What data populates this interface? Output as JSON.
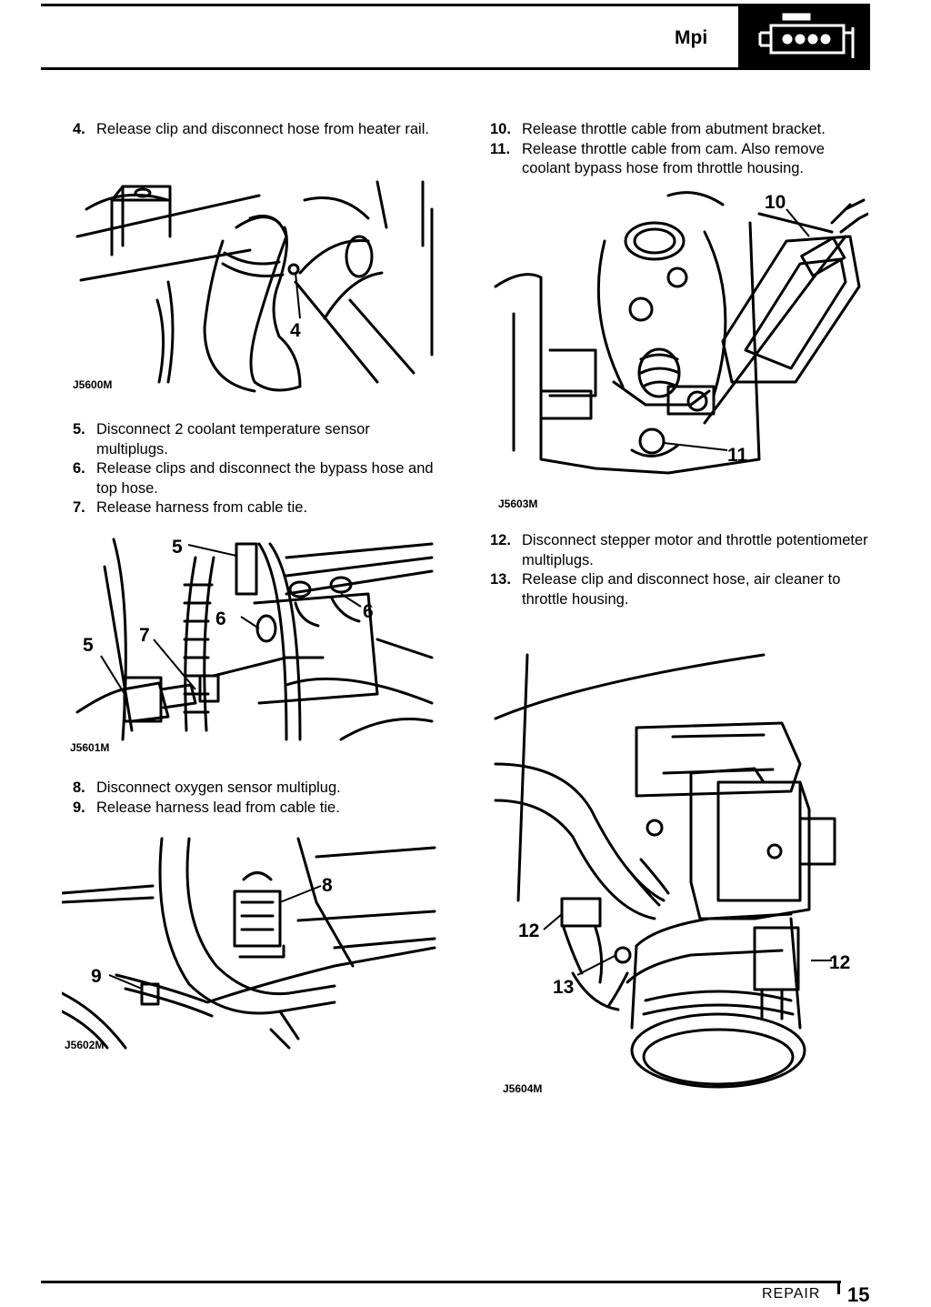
{
  "header": {
    "title": "Mpi",
    "badge_icon": "engine-icon"
  },
  "steps_a": [
    {
      "num": "4.",
      "text": "Release clip and disconnect hose from heater rail."
    }
  ],
  "steps_b": [
    {
      "num": "5.",
      "text": "Disconnect 2 coolant temperature sensor multiplugs."
    },
    {
      "num": "6.",
      "text": "Release clips and disconnect the bypass hose and top hose."
    },
    {
      "num": "7.",
      "text": "Release harness from cable tie."
    }
  ],
  "steps_c": [
    {
      "num": "8.",
      "text": "Disconnect oxygen sensor multiplug."
    },
    {
      "num": "9.",
      "text": "Release harness lead from cable tie."
    }
  ],
  "steps_d": [
    {
      "num": "10.",
      "text": "Release throttle cable from abutment bracket."
    },
    {
      "num": "11.",
      "text": "Release throttle cable from cam. Also remove coolant bypass hose from throttle housing."
    }
  ],
  "steps_e": [
    {
      "num": "12.",
      "text": "Disconnect stepper motor and throttle potentiometer multiplugs."
    },
    {
      "num": "13.",
      "text": "Release clip and disconnect hose, air cleaner to throttle housing."
    }
  ],
  "figures": {
    "j5600": {
      "label": "J5600M",
      "callouts": [
        "4"
      ]
    },
    "j5601": {
      "label": "J5601M",
      "callouts": [
        "5",
        "5",
        "7",
        "6",
        "6"
      ]
    },
    "j5602": {
      "label": "J5602M",
      "callouts": [
        "8",
        "9"
      ]
    },
    "j5603": {
      "label": "J5603M",
      "callouts": [
        "10",
        "11"
      ]
    },
    "j5604": {
      "label": "J5604M",
      "callouts": [
        "12",
        "12",
        "13"
      ]
    }
  },
  "footer": {
    "section": "REPAIR",
    "page": "15"
  }
}
